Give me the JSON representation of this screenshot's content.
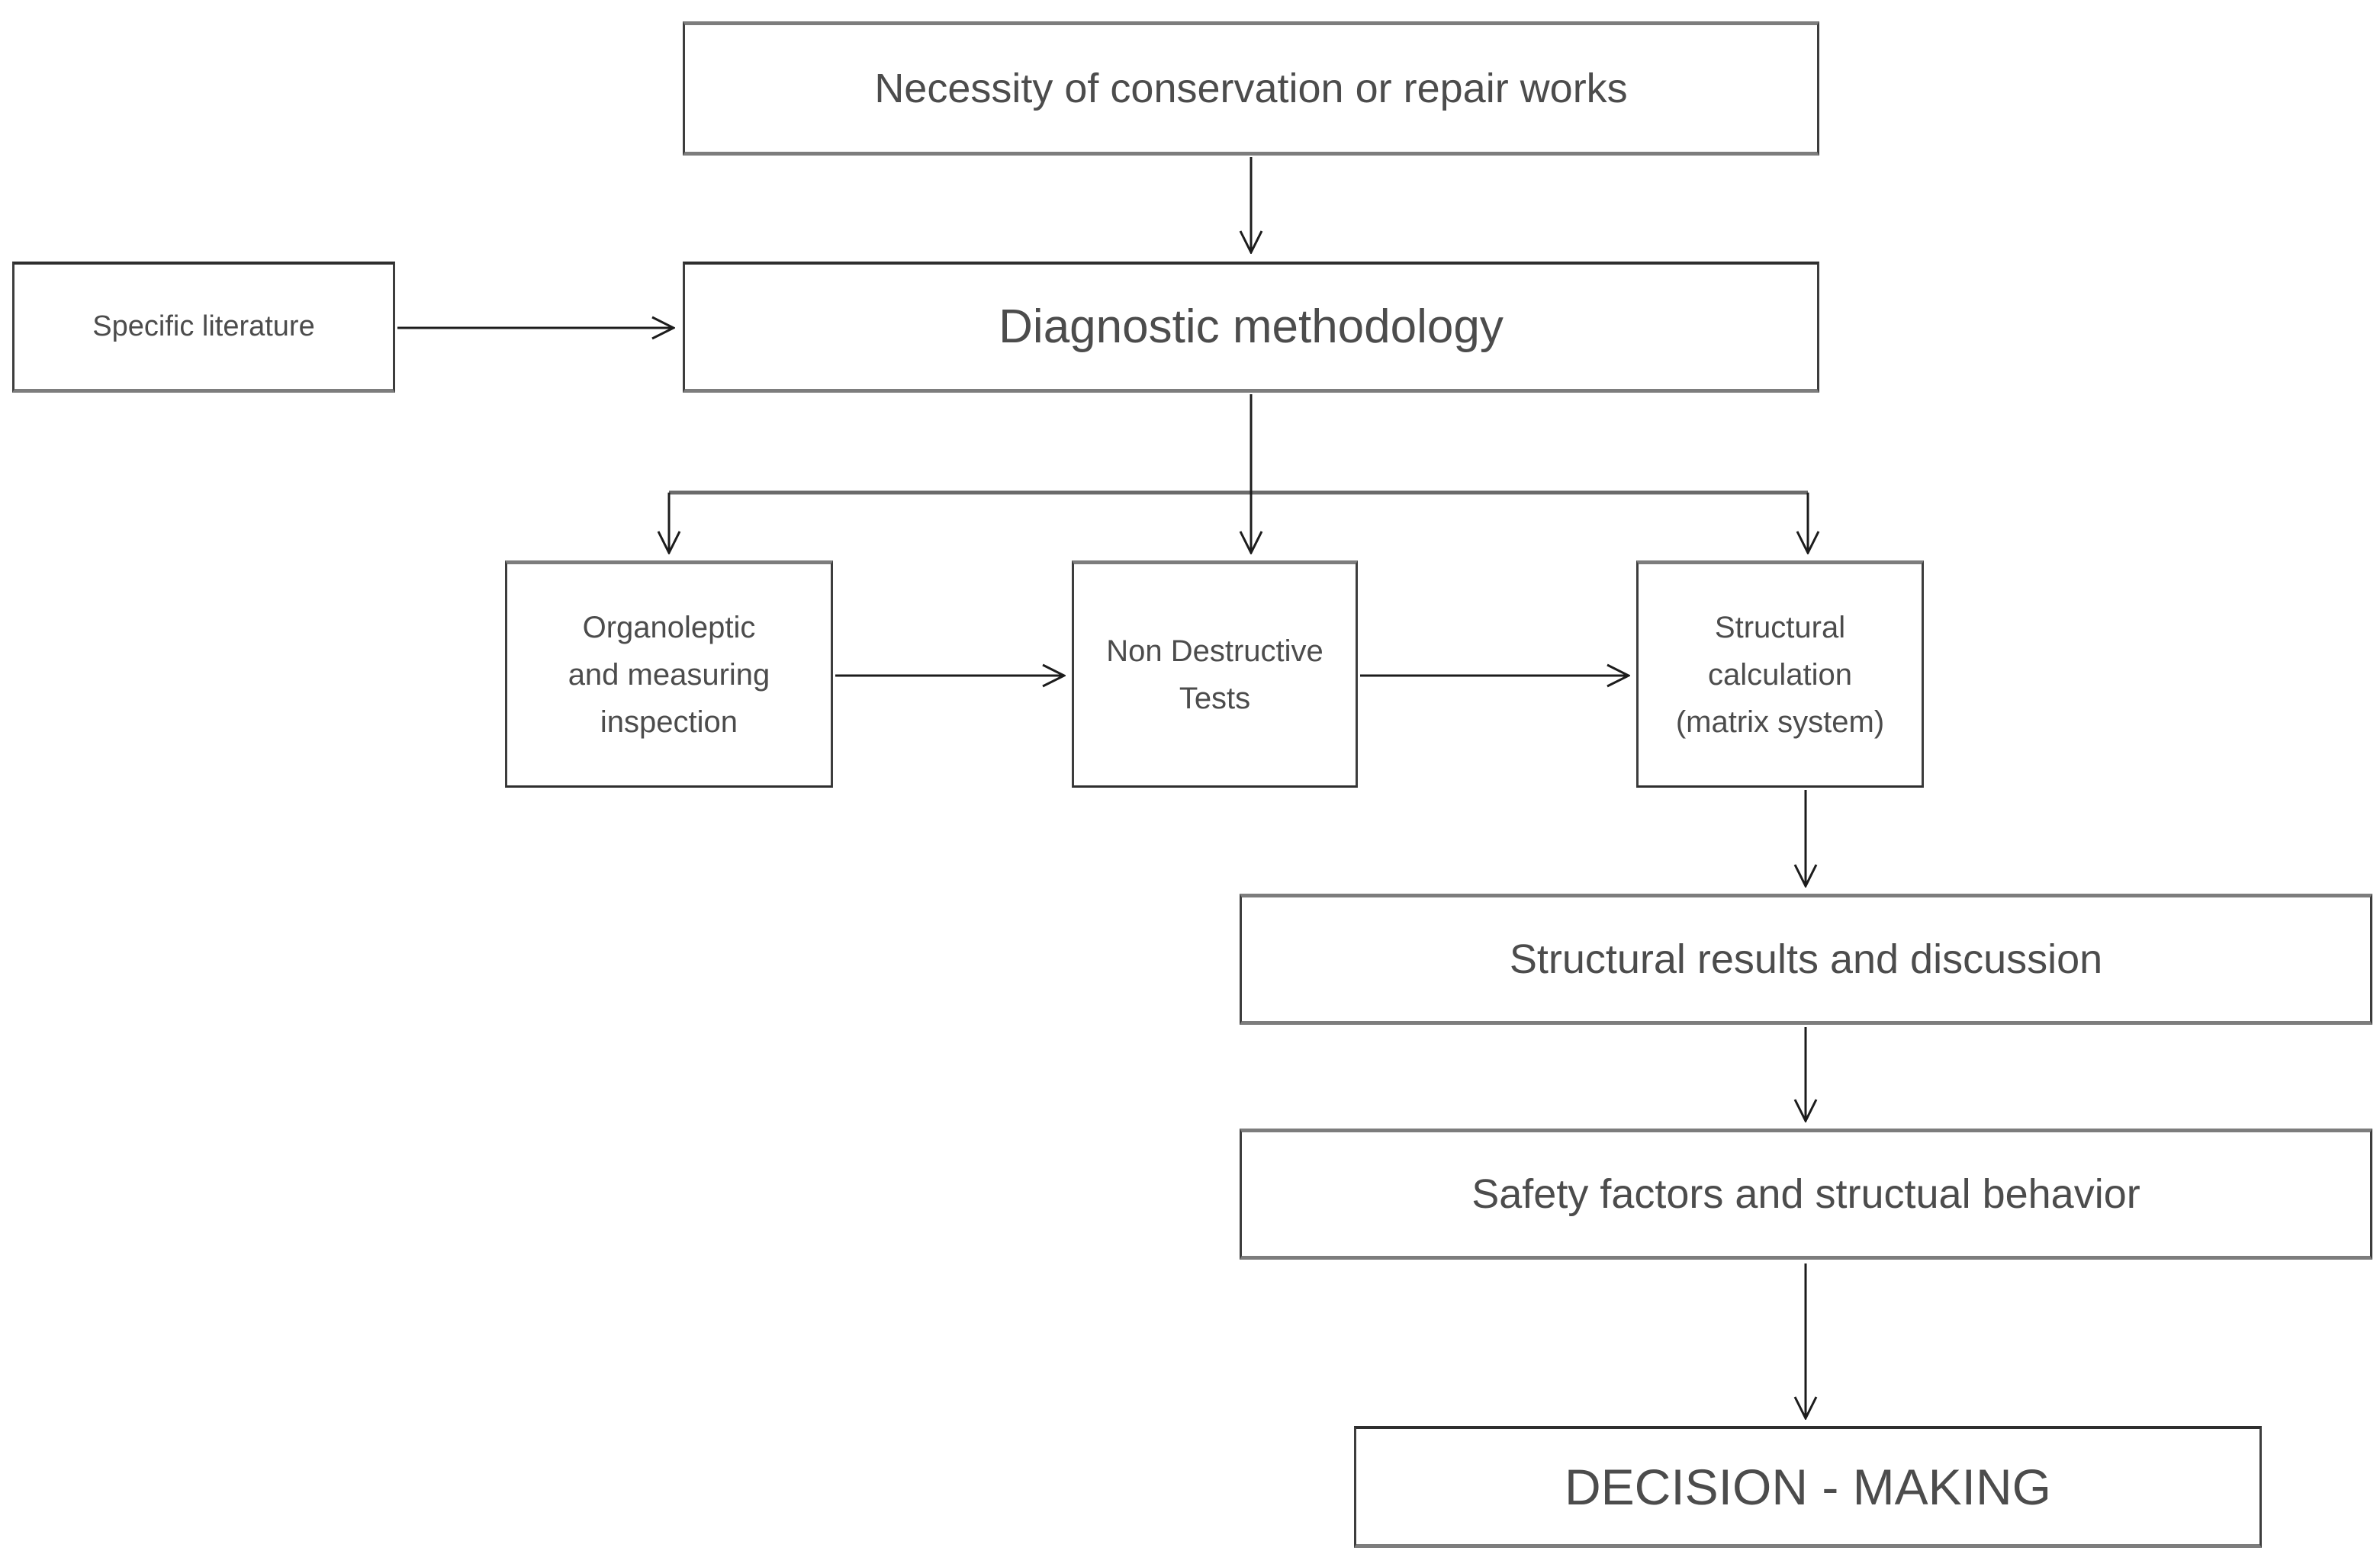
{
  "diagram": {
    "type": "flowchart",
    "nodes": {
      "necessity": {
        "label": "Necessity of conservation or repair works"
      },
      "literature": {
        "label": "Specific literature"
      },
      "diagnostic": {
        "label": "Diagnostic methodology"
      },
      "organoleptic": {
        "label": "Organoleptic\nand measuring\ninspection"
      },
      "ndt": {
        "label": "Non Destructive\nTests"
      },
      "calculation": {
        "label": "Structural\ncalculation\n(matrix system)"
      },
      "results": {
        "label": "Structural results and discussion"
      },
      "safety": {
        "label": "Safety factors and structual behavior"
      },
      "decision": {
        "label": "DECISION - MAKING"
      }
    },
    "edges": [
      {
        "from": "necessity",
        "to": "diagnostic"
      },
      {
        "from": "literature",
        "to": "diagnostic"
      },
      {
        "from": "diagnostic",
        "to": "organoleptic"
      },
      {
        "from": "diagnostic",
        "to": "ndt"
      },
      {
        "from": "diagnostic",
        "to": "calculation"
      },
      {
        "from": "organoleptic",
        "to": "ndt"
      },
      {
        "from": "ndt",
        "to": "calculation"
      },
      {
        "from": "calculation",
        "to": "results"
      },
      {
        "from": "results",
        "to": "safety"
      },
      {
        "from": "safety",
        "to": "decision"
      }
    ],
    "colors": {
      "background": "#ffffff",
      "box_fill": "#ffffff",
      "box_border_dark": "#3d3d3d",
      "box_border_gray": "#7d7d7d",
      "connector_line": "#1c1c1c",
      "branch_line": "#6b6b6b",
      "text": "#4c4c4c"
    }
  }
}
